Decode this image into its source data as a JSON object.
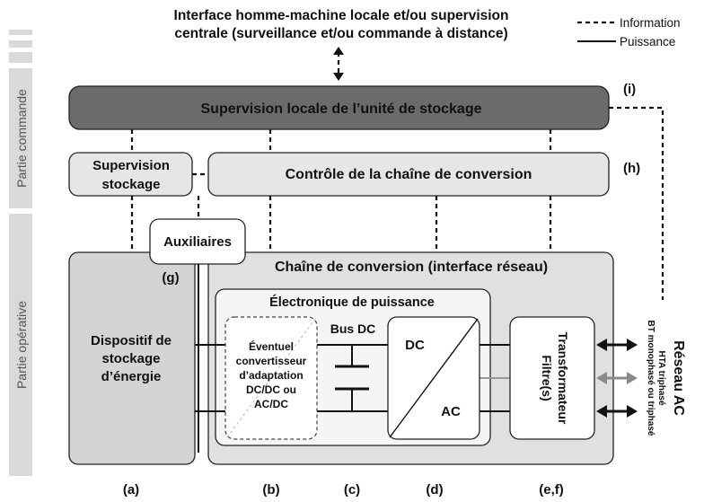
{
  "top_note": {
    "line1": "Interface homme-machine locale et/ou supervision",
    "line2": "centrale (surveillance et/ou commande à distance)"
  },
  "legend": {
    "information": "Information",
    "puissance": "Puissance"
  },
  "side_labels": {
    "partie_commande": "Partie commande",
    "partie_operative": "Partie opérative"
  },
  "blocks": {
    "supervision_locale": "Supervision locale de l’unité de stockage",
    "supervision_stockage": {
      "line1": "Supervision",
      "line2": "stockage"
    },
    "controle": "Contrôle de la chaîne de conversion",
    "auxiliaires": "Auxiliaires",
    "chaine": "Chaîne de conversion (interface réseau)",
    "electronique": "Électronique de puissance",
    "dispositif": {
      "line1": "Dispositif de",
      "line2": "stockage",
      "line3": "d’énergie"
    },
    "convertisseur": {
      "line1": "Éventuel",
      "line2": "convertisseur",
      "line3": "d’adaptation",
      "line4": "DC/DC ou",
      "line5": "AC/DC"
    },
    "bus_dc": "Bus DC",
    "dc": "DC",
    "ac": "AC",
    "transformateur": {
      "line1": "Transformateur",
      "line2": "Filtre(s)"
    }
  },
  "reseau": {
    "title": "Réseau AC",
    "sub1": "HTA triphasé",
    "sub2": "BT monophasé ou triphasé"
  },
  "tags": {
    "i": "(i)",
    "h": "(h)",
    "g": "(g)",
    "a": "(a)",
    "b": "(b)",
    "c": "(c)",
    "d": "(d)",
    "ef": "(e,f)"
  }
}
